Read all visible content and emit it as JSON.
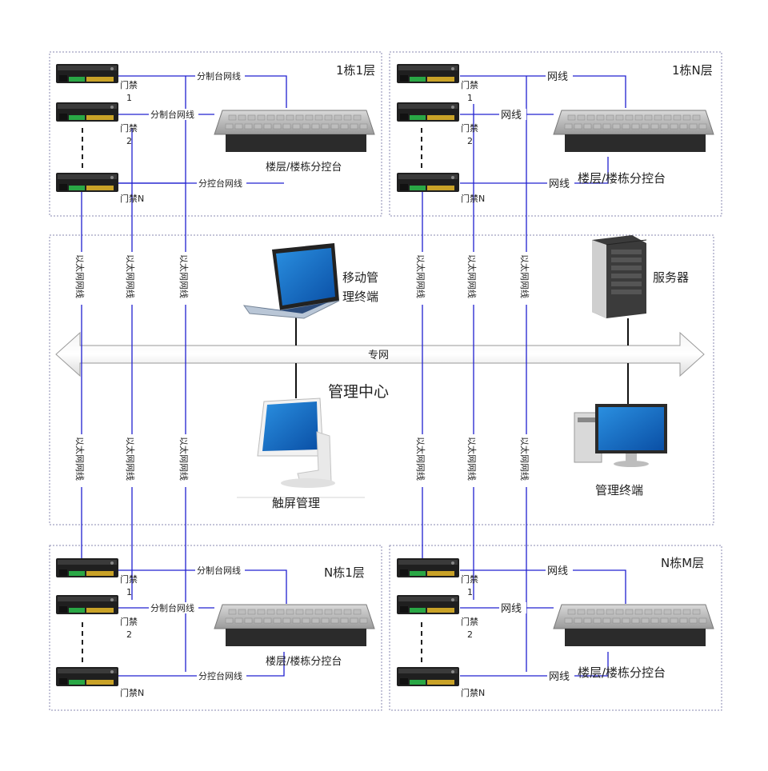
{
  "zones": {
    "b1f1": {
      "title": "1栋1层"
    },
    "b1fn": {
      "title": "1栋N层"
    },
    "bnf1": {
      "title": "N栋1层"
    },
    "bnfm": {
      "title": "N栋M层"
    },
    "center": {
      "title": "管理中心"
    }
  },
  "labels": {
    "door1": "门禁",
    "door1_num": "1",
    "door2": "门禁",
    "door2_num": "2",
    "doorN": "门禁N",
    "sub_control_line_a": "分制台网线",
    "sub_control_line_b": "分控台网线",
    "net_line": "网线",
    "console": "楼层/楼栋分控台",
    "ethernet": "以太网网线",
    "private_net": "专网",
    "mobile_terminal_1": "移动管",
    "mobile_terminal_2": "理终端",
    "server": "服务器",
    "touch_mgmt": "触屏管理",
    "mgmt_terminal": "管理终端"
  }
}
